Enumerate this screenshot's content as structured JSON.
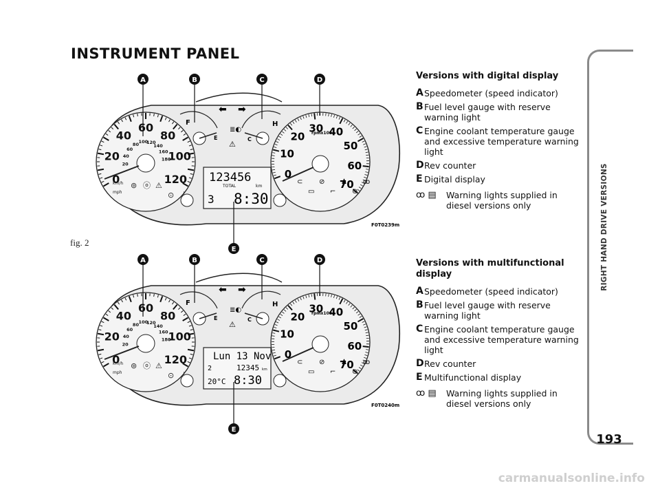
{
  "page": {
    "title": "INSTRUMENT PANEL",
    "figure_label": "fig. 2",
    "side_tab": "RIGHT HAND DRIVE VERSIONS",
    "page_number": "193",
    "watermark": "carmanualsonline.info"
  },
  "diagram1": {
    "code": "F0T0239m",
    "callouts": [
      "A",
      "B",
      "C",
      "D",
      "E"
    ],
    "display_line1": "123456",
    "display_total": "TOTAL",
    "display_km": "km",
    "display_gear": "3",
    "display_time": "8:30"
  },
  "diagram2": {
    "code": "F0T0240m",
    "callouts": [
      "A",
      "B",
      "C",
      "D",
      "E"
    ],
    "display_line1": "Lun 13 Nov",
    "display_gear": "2",
    "display_odo": "12345",
    "display_km": "km",
    "display_temp": "20°C",
    "display_time": "8:30"
  },
  "gauges": {
    "speed_kmh": [
      "20",
      "40",
      "60",
      "80",
      "100",
      "120",
      "140",
      "160",
      "180"
    ],
    "speed_mph": [
      "0",
      "20",
      "40",
      "60",
      "80",
      "100",
      "120"
    ],
    "kmh_label": "km/h",
    "mph_label": "mph",
    "rpm": [
      "0",
      "10",
      "20",
      "30",
      "40",
      "50",
      "60",
      "70"
    ],
    "rpm_label": "rpmx100",
    "fuel_f": "F",
    "fuel_e": "E",
    "temp_c": "C",
    "temp_h": "H"
  },
  "legend1": {
    "heading": "Versions with digital display",
    "items": [
      {
        "key": "A",
        "text": "Speedometer (speed indicator)"
      },
      {
        "key": "B",
        "text": "Fuel level gauge with reserve warning light"
      },
      {
        "key": "C",
        "text": "Engine coolant temperature gauge and excessive temperature warning light"
      },
      {
        "key": "D",
        "text": "Rev counter"
      },
      {
        "key": "E",
        "text": "Digital display"
      }
    ],
    "note_icons": "ꝏ ▤",
    "note": "Warning lights supplied in diesel versions only"
  },
  "legend2": {
    "heading": "Versions with multifunctional display",
    "items": [
      {
        "key": "A",
        "text": "Speedometer (speed indicator)"
      },
      {
        "key": "B",
        "text": "Fuel level gauge with reserve warning light"
      },
      {
        "key": "C",
        "text": "Engine coolant temperature gauge and excessive temperature warning light"
      },
      {
        "key": "D",
        "text": "Rev counter"
      },
      {
        "key": "E",
        "text": "Multifunctional display"
      }
    ],
    "note_icons": "ꝏ ▤",
    "note": "Warning lights supplied in diesel versions only"
  }
}
